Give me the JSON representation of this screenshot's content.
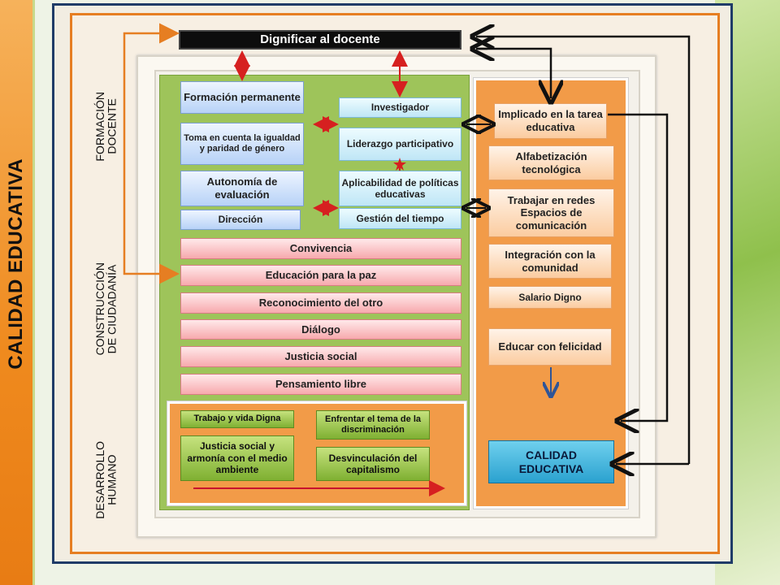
{
  "title": "CALIDAD EDUCATIVA",
  "top": "Dignificar al docente",
  "sections": {
    "formacion": "FORMACIÓN\nDOCENTE",
    "ciudadania": "CONSTRUCCIÓN\nDE CIUDADANÍA",
    "desarrollo": "DESARROLLO\nHUMANO"
  },
  "formacion_left": [
    "Formación permanente",
    "Toma en cuenta la igualdad y paridad de género",
    "Autonomía de evaluación",
    "Dirección"
  ],
  "formacion_mid": [
    "Investigador",
    "Liderazgo participativo",
    "Aplicabilidad de políticas educativas",
    "Gestión del tiempo"
  ],
  "ciudadania_items": [
    "Convivencia",
    "Educación para la paz",
    "Reconocimiento del otro",
    "Diálogo",
    "Justicia social",
    "Pensamiento libre"
  ],
  "desarrollo_items": [
    "Trabajo y vida Digna",
    "Enfrentar el tema de la discriminación",
    "Justicia social y armonía con el medio ambiente",
    "Desvinculación del capitalismo"
  ],
  "right_items": [
    "Implicado en la tarea educativa",
    "Alfabetización tecnológica",
    "Trabajar en redes Espacios de comunicación",
    "Integración con la comunidad",
    "Salario Digno",
    "Educar con felicidad"
  ],
  "result": "CALIDAD EDUCATIVA",
  "colors": {
    "orange": "#e67e22",
    "navy": "#1f3c68",
    "green_panel": "#9ec45a",
    "orange_panel": "#f29b48",
    "arrow_red": "#d62020",
    "arrow_blue": "#2f5597"
  }
}
